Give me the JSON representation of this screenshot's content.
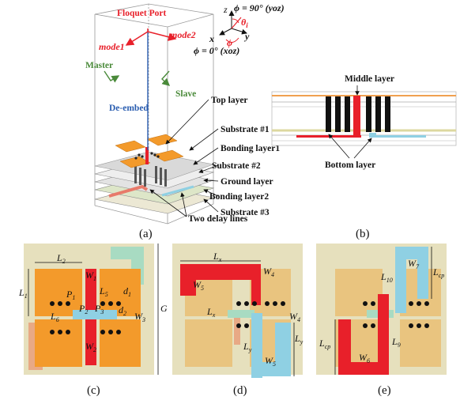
{
  "panel_a": {
    "caption": "(a)",
    "floquet_port": "Floquet Port",
    "mode1": "mode1",
    "mode2": "mode2",
    "master": "Master",
    "slave": "Slave",
    "de_embed": "De-embed",
    "axes": {
      "z": "z",
      "x": "x",
      "y": "y",
      "phi": "ϕ",
      "theta": "θ",
      "theta_sub": "i",
      "phi90": "ϕ = 90° (yoz)",
      "phi0": "ϕ = 0° (xoz)"
    },
    "layer_labels": [
      "Top layer",
      "Substrate #1",
      "Bonding layer1",
      "Substrate #2",
      "Ground layer",
      "Bonding layer2",
      "Substrate #3"
    ],
    "delay_lines": "Two delay lines"
  },
  "panel_b": {
    "caption": "(b)",
    "middle_layer": "Middle layer",
    "bottom_layer": "Bottom layer"
  },
  "panel_c": {
    "caption": "(c)",
    "L2": "L",
    "L2s": "2",
    "L1": "L",
    "L1s": "1",
    "W1": "W",
    "W1s": "1",
    "L5": "L",
    "L5s": "5",
    "d1": "d",
    "d1s": "1",
    "d2": "d",
    "d2s": "2",
    "P1": "P",
    "P1s": "1",
    "P2": "P",
    "P2s": "2",
    "P3": "P",
    "P3s": "3",
    "L6": "L",
    "L6s": "6",
    "W3": "W",
    "W3s": "3",
    "W2": "W",
    "W2s": "2",
    "G": "G"
  },
  "panel_d": {
    "caption": "(d)",
    "Lx": "L",
    "Lxs": "x",
    "W4": "W",
    "W4s": "4",
    "W5": "W",
    "W5s": "5",
    "Ly": "L",
    "Lys": "y"
  },
  "panel_e": {
    "caption": "(e)",
    "W7": "W",
    "W7s": "7",
    "Lcp": "L",
    "Lcps": "cp",
    "L10": "L",
    "L10s": "10",
    "L9": "L",
    "L9s": "9",
    "W6": "W",
    "W6s": "6"
  },
  "colors": {
    "patch": "#f39a2b",
    "substrate": "#e6e0bd",
    "red_line": "#e8202a",
    "blue_line": "#8fd0e3",
    "pink": "#e8a985",
    "teal": "#a8dbc2"
  }
}
